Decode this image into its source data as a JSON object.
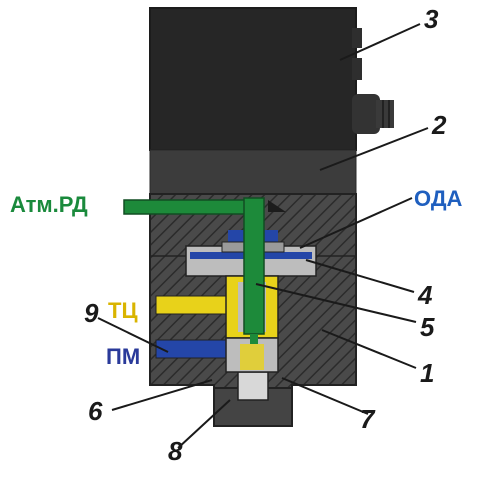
{
  "diagram": {
    "callouts": {
      "n1": "1",
      "n2": "2",
      "n3": "3",
      "n4": "4",
      "n5": "5",
      "n6": "6",
      "n7": "7",
      "n8": "8",
      "n9": "9"
    },
    "ports": {
      "atm_rd": {
        "text": "Атм.РД",
        "color": "#1a8a3c"
      },
      "oda": {
        "text": "ОДА",
        "color": "#1f5fbf"
      },
      "tc": {
        "text": "ТЦ",
        "color": "#d9b400"
      },
      "pm": {
        "text": "ПМ",
        "color": "#2a3a9a"
      }
    },
    "colors": {
      "housing": "#4a4a4a",
      "housing_hatch": "#2b2b2b",
      "coil": "#262626",
      "band": "#3c3c3c",
      "green_channel": "#1d8a3a",
      "blue_channel": "#2446a8",
      "yellow_channel": "#e8d21a",
      "leader": "#1a1a1a"
    }
  }
}
